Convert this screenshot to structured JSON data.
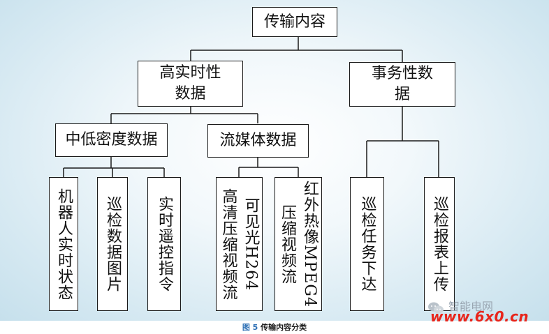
{
  "diagram": {
    "root": "传输内容",
    "high_realtime": "高实时性数据",
    "transactional": "事务性数据",
    "mid_low_density": "中低密度数据",
    "streaming": "流媒体数据",
    "robot_status": "机器人实时状态",
    "patrol_images": "巡检数据图片",
    "telecontrol": "实时遥控指令",
    "visible_h264": "可见光H264",
    "hd_compressed": "高清压缩视频流",
    "infrared_mpeg4": "红外热像MPEG4",
    "compressed_video": "压缩视频流",
    "task_dispatch": "巡检任务下达",
    "report_upload": "巡检报表上传"
  },
  "caption": {
    "figure_no": "图 5",
    "text": "传输内容分类"
  },
  "watermark": {
    "cn_text": "智能电网",
    "site": "www.6x0.cn",
    "icon": "wechat-icon"
  },
  "colors": {
    "line": "#1a1a1a",
    "caption_figure": "#2c6fb5",
    "watermark_red": "#e8251b"
  }
}
